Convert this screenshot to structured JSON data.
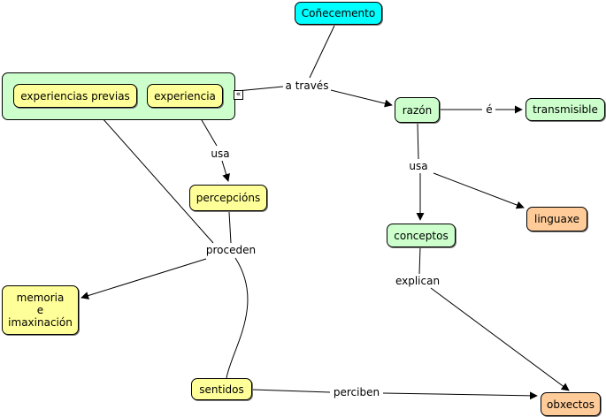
{
  "nodes": {
    "conecemento": "Coñecemento",
    "experiencias_previas": "experiencias previas",
    "experiencia": "experiencia",
    "razon": "razón",
    "transmisible": "transmisible",
    "percepcions": "percepcións",
    "linguaxe": "linguaxe",
    "conceptos": "conceptos",
    "memoria": [
      "memoria",
      "e",
      "imaxinación"
    ],
    "sentidos": "sentidos",
    "obxectos": "obxectos"
  },
  "links": {
    "a_traves": "a través",
    "e": "é",
    "usa_left": "usa",
    "usa_right": "usa",
    "proceden": "proceden",
    "explican": "explican",
    "perciben": "perciben"
  },
  "controls": {
    "collapse_glyph": "«"
  },
  "colors": {
    "yellow": "#ffff99",
    "green": "#ccffcc",
    "cyan": "#00ffff",
    "orange": "#ffcc99"
  }
}
